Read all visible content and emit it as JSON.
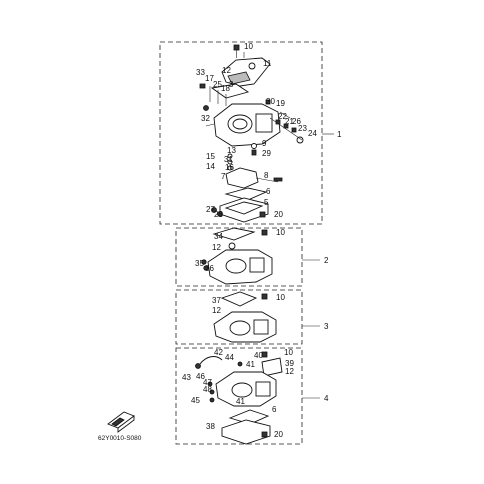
{
  "assemblies": [
    {
      "label": "1",
      "callouts": [
        "10",
        "11",
        "12",
        "33",
        "17",
        "25",
        "18",
        "3",
        "30",
        "19",
        "22",
        "21",
        "26",
        "23",
        "24",
        "32",
        "9",
        "13",
        "29",
        "15",
        "31",
        "16",
        "14",
        "7",
        "8",
        "6",
        "5",
        "27",
        "28",
        "20"
      ]
    },
    {
      "label": "2",
      "callouts": [
        "34",
        "10",
        "12",
        "35",
        "36"
      ]
    },
    {
      "label": "3",
      "callouts": [
        "37",
        "10",
        "12"
      ]
    },
    {
      "label": "4",
      "callouts": [
        "42",
        "44",
        "40",
        "10",
        "39",
        "12",
        "43",
        "46",
        "41",
        "47",
        "48",
        "45",
        "41",
        "6",
        "38",
        "20"
      ]
    }
  ],
  "drawing_code": "62Y0010-S080"
}
